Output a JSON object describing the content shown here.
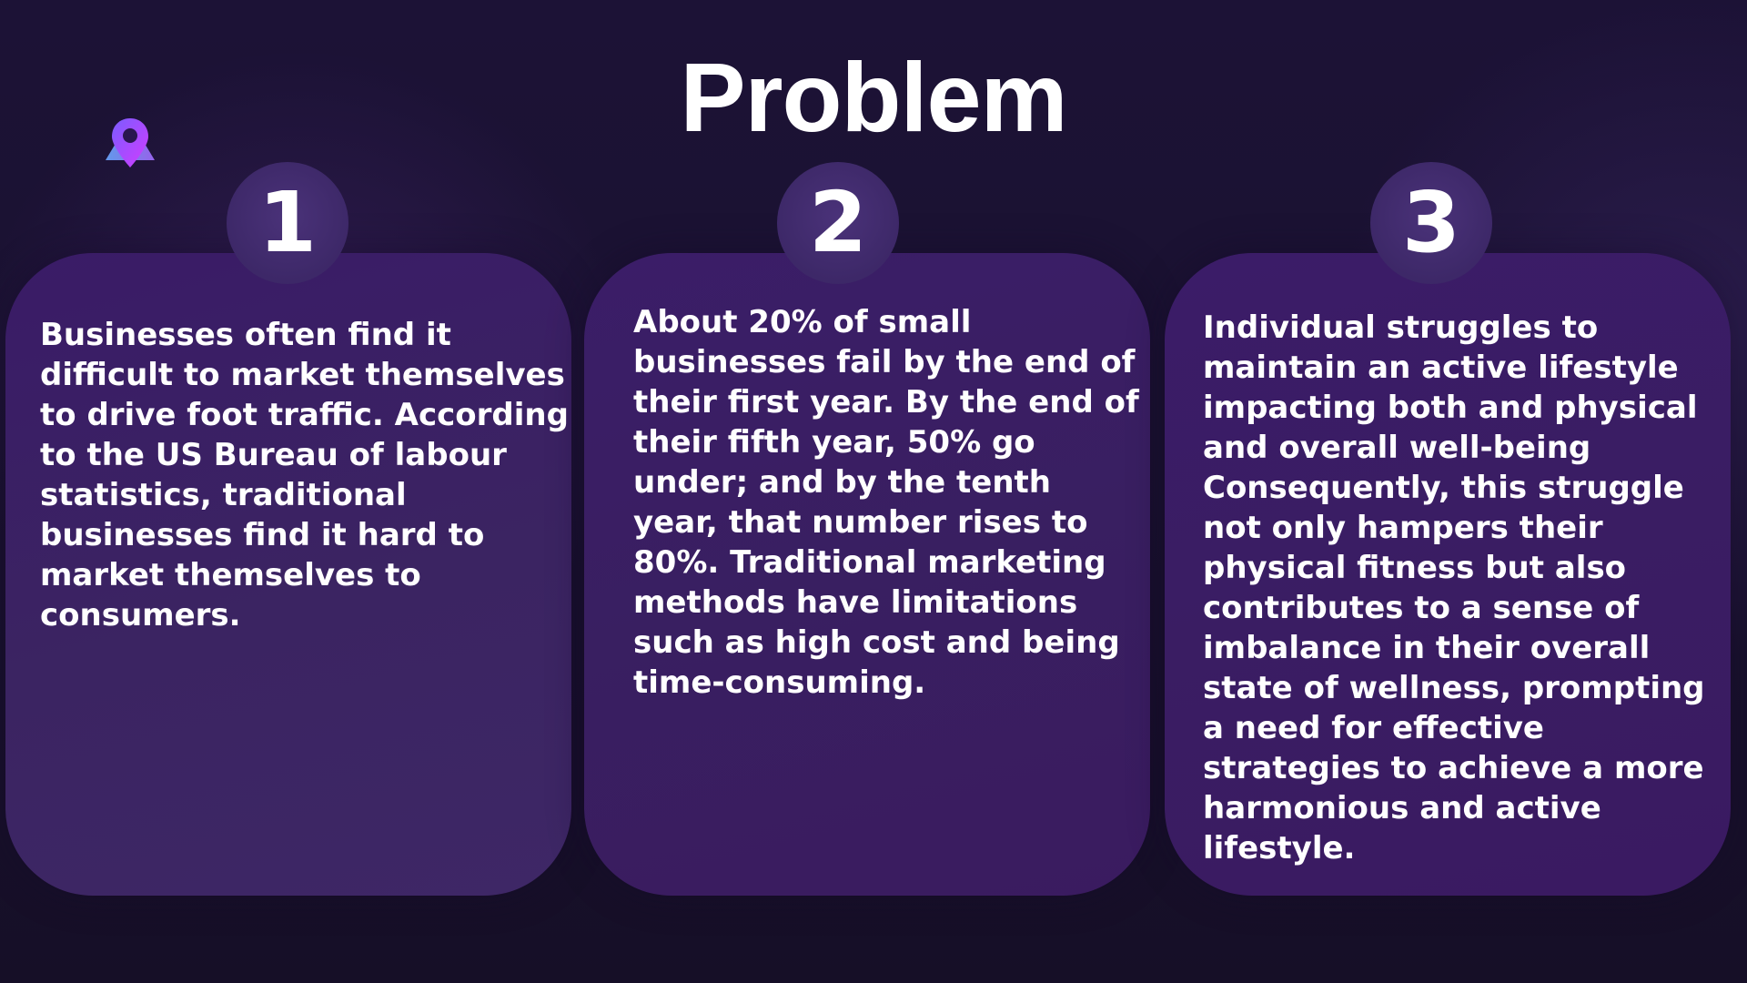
{
  "title": "Problem",
  "logo": {
    "icon": "map-pin-icon",
    "colors": [
      "#6a3cff",
      "#c13cff",
      "#8a5cff"
    ]
  },
  "cards": [
    {
      "number": "1",
      "text": "Businesses often find it difficult to market themselves to drive foot traffic. According to the US Bureau of labour statistics, traditional businesses find it hard to market themselves to consumers."
    },
    {
      "number": "2",
      "text": "About 20% of small businesses fail by the end of their first year. By the end of their fifth year, 50% go under; and by the tenth year, that number rises to 80%. Traditional marketing methods have limitations such as high cost and being time-consuming."
    },
    {
      "number": "3",
      "text": "Individual struggles to maintain an active lifestyle impacting both and physical and overall well-being Consequently, this struggle not only hampers their physical fitness but also contributes to a sense of imbalance in their overall state of wellness, prompting a need for effective strategies to achieve a more harmonious and active lifestyle."
    }
  ],
  "colors": {
    "background": "#1a1230",
    "card": "#3a1d63",
    "number_circle": "#3d2868",
    "text": "#ffffff"
  }
}
